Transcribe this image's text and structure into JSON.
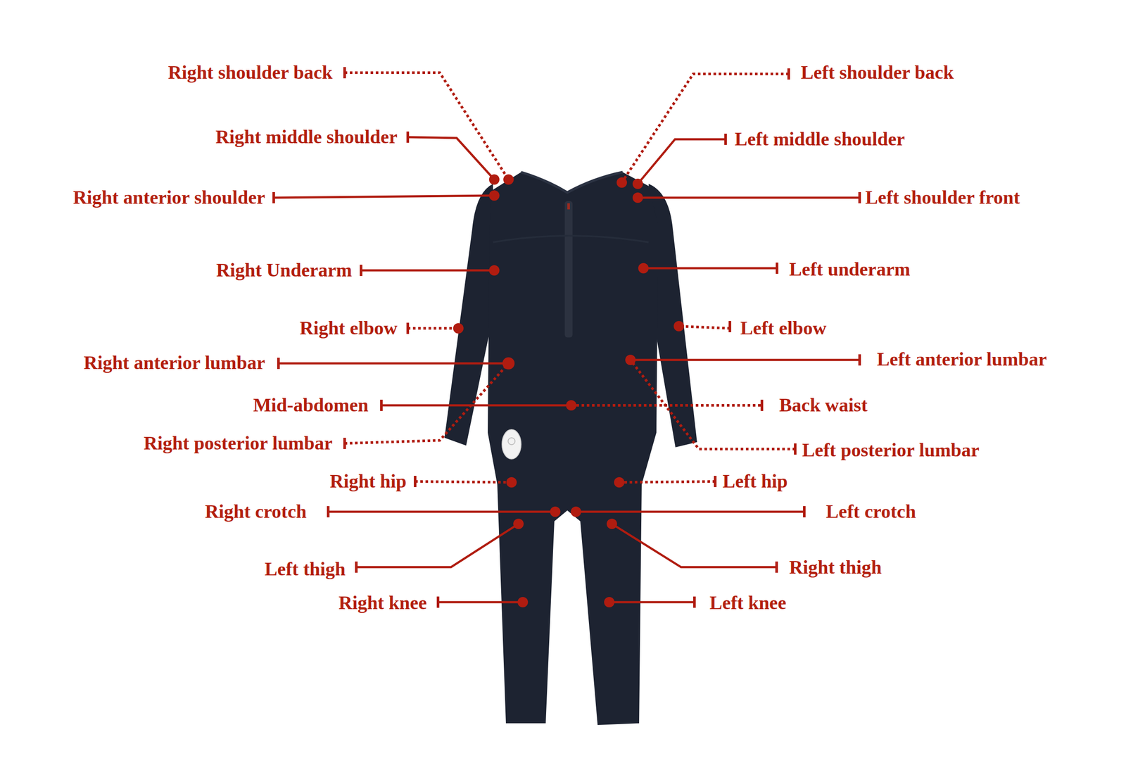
{
  "diagram": {
    "labels": [
      "Right shoulder back",
      "Left shoulder back",
      "Right middle shoulder",
      "Left middle shoulder",
      "Right anterior shoulder",
      "Left shoulder front",
      "Right Underarm",
      "Left underarm",
      "Right elbow",
      "Left elbow",
      "Right anterior lumbar",
      "Left anterior lumbar",
      "Mid-abdomen",
      "Back waist",
      "Right posterior lumbar",
      "Left posterior lumbar",
      "Right hip",
      "Left hip",
      "Right crotch",
      "Left crotch",
      "Left thigh",
      "Right thigh",
      "Right knee",
      "Left knee"
    ]
  }
}
